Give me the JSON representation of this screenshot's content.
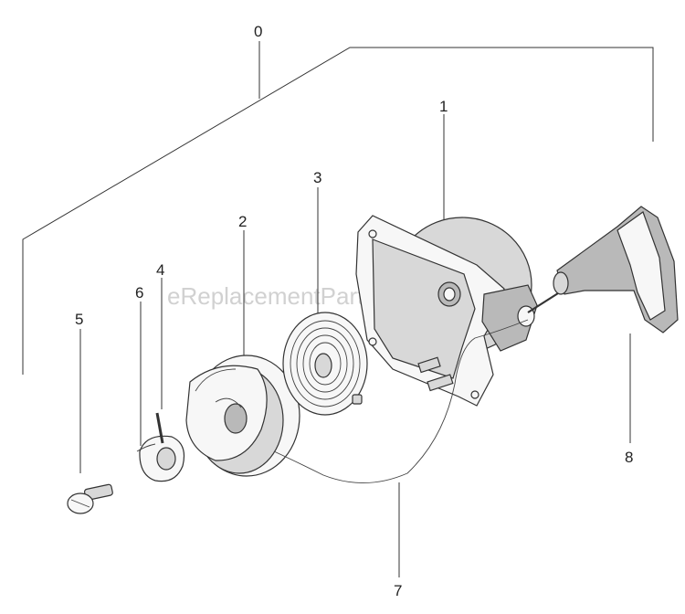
{
  "watermark": "eReplacementParts.com",
  "callouts": {
    "c0": "0",
    "c1": "1",
    "c2": "2",
    "c3": "3",
    "c4": "4",
    "c5": "5",
    "c6": "6",
    "c7": "7",
    "c8": "8"
  }
}
